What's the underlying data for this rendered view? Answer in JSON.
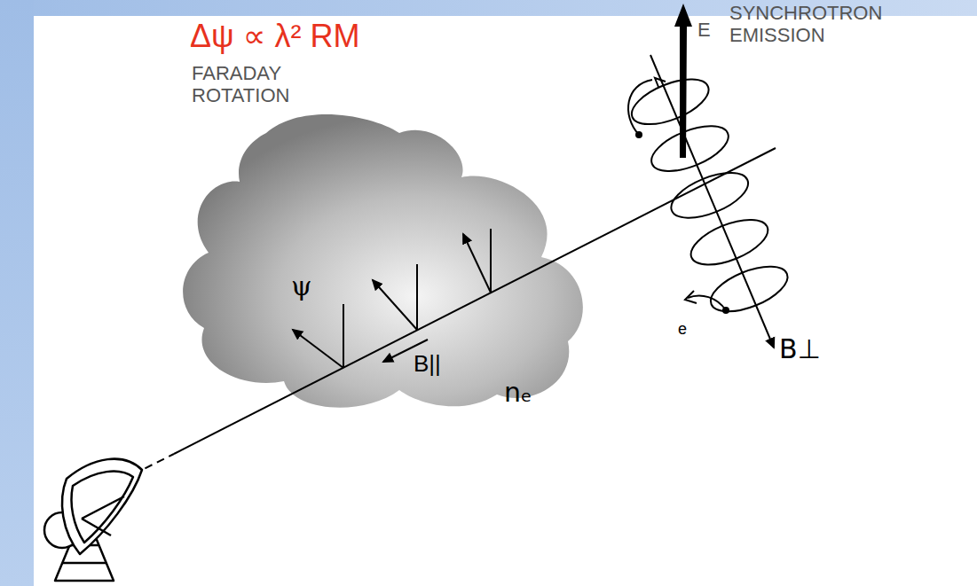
{
  "diagram": {
    "nodes": [
      {
        "text": [
          "ψ",
          "B||",
          "nₑ"
        ]
      }
    ],
    "labels": [
      "Δψ ∝ λ² RM",
      "FARADAY ROTATION",
      "SYNCHROTRON EMISSION",
      "E",
      "e",
      "B⊥"
    ]
  }
}
